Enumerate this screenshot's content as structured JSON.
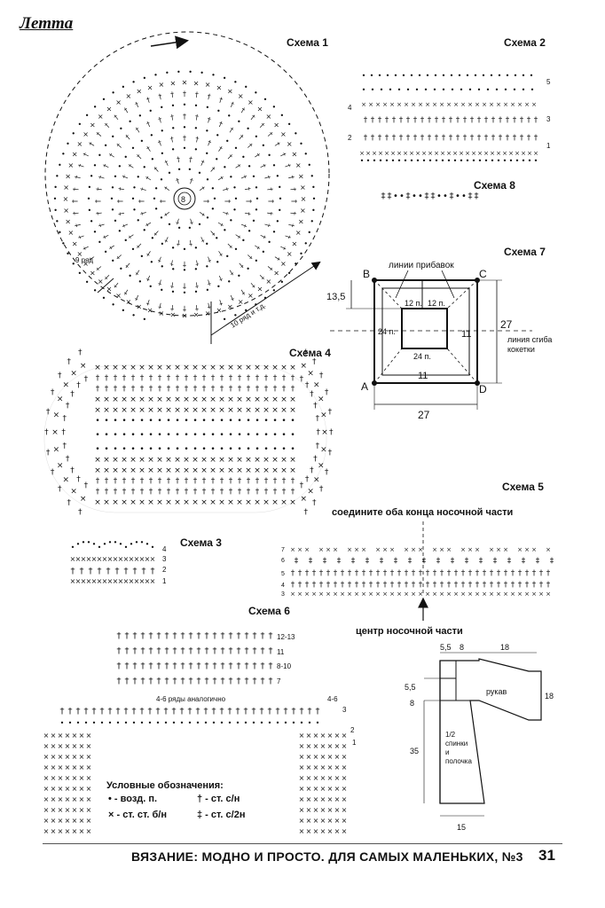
{
  "brand": "Летта",
  "schemes": {
    "s1": "Схема 1",
    "s2": "Схема 2",
    "s3": "Схема 3",
    "s4": "Схема 4",
    "s5": "Схема 5",
    "s6": "Схема 6",
    "s7": "Схема 7",
    "s8": "Схема 8"
  },
  "scheme1": {
    "center": "8",
    "row9": "9 ряд",
    "row10": "10 ряд и т.д."
  },
  "scheme2": {
    "rows": [
      "5",
      "4",
      "3",
      "2",
      "1"
    ]
  },
  "scheme3": {
    "rows": [
      "4",
      "3",
      "2",
      "1"
    ]
  },
  "scheme5": {
    "join_text": "соедините оба конца носочной части",
    "center_text": "центр носочной части",
    "rows": [
      "7",
      "6",
      "5",
      "4",
      "3"
    ]
  },
  "scheme6": {
    "rows_top": [
      "12-13",
      "11",
      "8-10",
      "7"
    ],
    "analog": "4-6 ряды аналогично",
    "rows_side": [
      "4-6",
      "3",
      "2",
      "1"
    ]
  },
  "scheme7": {
    "label_lines": "линии прибавок",
    "corners": [
      "B",
      "C",
      "A",
      "D"
    ],
    "dim_13_5": "13,5",
    "dim_12a": "12 п.",
    "dim_12b": "12 п.",
    "dim_24a": "24 п.",
    "dim_24b": "24 п.",
    "dim_11a": "11",
    "dim_11b": "11",
    "dim_27a": "27",
    "dim_27b": "27",
    "fold_line": "линия сгиба",
    "fold_line2": "кокетки"
  },
  "pattern": {
    "dims": [
      "5,5",
      "8",
      "18",
      "5,5",
      "8",
      "18",
      "35",
      "15"
    ],
    "sleeve": "рукав",
    "half1": "1/2",
    "half2": "спинки",
    "half3": "и",
    "half4": "полочка"
  },
  "legend": {
    "title": "Условные обозначения:",
    "items": [
      "• - возд. п.",
      "† - ст. с/н",
      "× - ст. ст. б/н",
      "‡ - ст. с/2н"
    ]
  },
  "footer": {
    "text": "ВЯЗАНИЕ: МОДНО И ПРОСТО. ДЛЯ САМЫХ МАЛЕНЬКИХ, №3",
    "page": "31"
  }
}
